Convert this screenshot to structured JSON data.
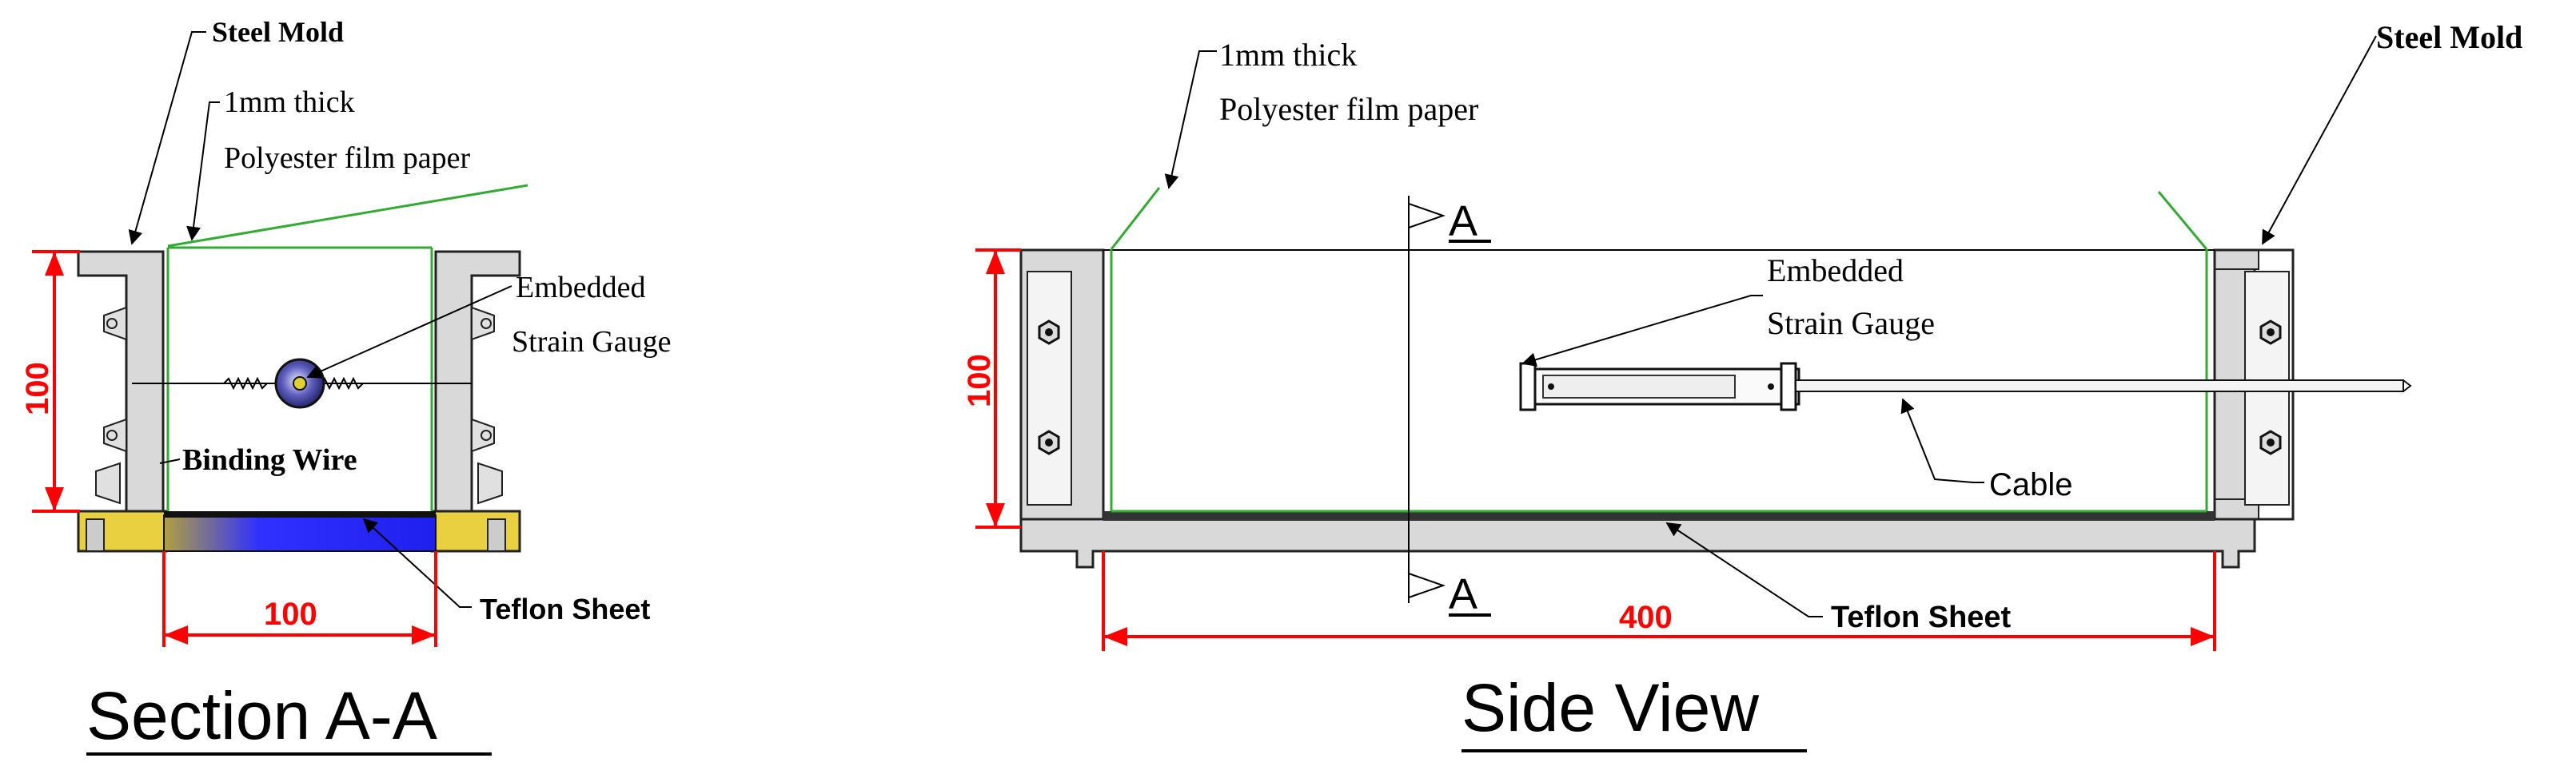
{
  "colors": {
    "dimension": "#ff0000",
    "film": "#33aa33",
    "teflon": "#1a1aff",
    "base_plate": "#e8d040",
    "mold": "#d9d9d9"
  },
  "section_view": {
    "title": "Section A-A",
    "labels": {
      "steel_mold": "Steel Mold",
      "film_line1": "1mm thick",
      "film_line2": "Polyester film paper",
      "gauge_line1": "Embedded",
      "gauge_line2": "Strain Gauge",
      "binding_wire": "Binding Wire",
      "teflon": "Teflon Sheet"
    },
    "dimensions": {
      "height": "100",
      "width": "100"
    }
  },
  "side_view": {
    "title": "Side View",
    "section_marker": "A",
    "labels": {
      "film_line1": "1mm thick",
      "film_line2": "Polyester film paper",
      "steel_mold": "Steel Mold",
      "gauge_line1": "Embedded",
      "gauge_line2": "Strain Gauge",
      "cable": "Cable",
      "teflon": "Teflon Sheet"
    },
    "dimensions": {
      "height": "100",
      "length": "400"
    }
  }
}
